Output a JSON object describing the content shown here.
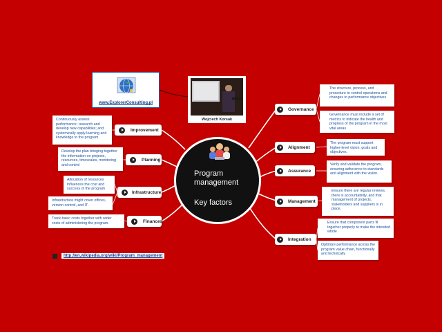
{
  "center": {
    "title_line1": "Program",
    "title_line2": "management",
    "subtitle": "Key factors",
    "icon": "team-people-icon"
  },
  "logo": {
    "url_text": "www.ExplorerConsulting.pl",
    "icon": "globe-icon"
  },
  "photo": {
    "caption": "Wojciech Korsak"
  },
  "wiki_link": "http://en.wikipedia.org/wiki/Program_management",
  "right_topics": [
    {
      "label": "Governance",
      "notes": [
        "The structure, process, and procedure to control operations and changes to performance objectives",
        "Governance must include a set of metrics to indicate the health and progress of the program in the most vital areas"
      ]
    },
    {
      "label": "Alignment",
      "notes": [
        "The program must support higher-level vision, goals and objectives."
      ]
    },
    {
      "label": "Assurance",
      "notes": [
        "Verify and validate the program, ensuring adherence to standards and alignment with the vision."
      ]
    },
    {
      "label": "Management",
      "notes": [
        "Ensure there are regular reviews, there is accountability, and that management of projects, stakeholders and suppliers is in place."
      ]
    },
    {
      "label": "Integration",
      "notes": [
        "Ensure that component parts fit together properly to make the intended whole",
        "Optimize performance across the program value chain, functionally and technically"
      ]
    }
  ],
  "left_topics": [
    {
      "label": "Improvement",
      "notes": [
        "Continuously assess performance; research and develop new capabilities; and systemically apply learning and knowledge to the program."
      ]
    },
    {
      "label": "Planning",
      "notes": [
        "Develop the plan bringing together the information on projects, resources, timescales, monitoring and control"
      ]
    },
    {
      "label": "Infrastructure",
      "notes": [
        "Allocation of resources influences the cost and success of the program",
        "Infrastructure might cover offices, version control, and IT."
      ]
    },
    {
      "label": "Finances",
      "notes": [
        "Track basic costs together with wider costs of administering the program."
      ]
    }
  ]
}
